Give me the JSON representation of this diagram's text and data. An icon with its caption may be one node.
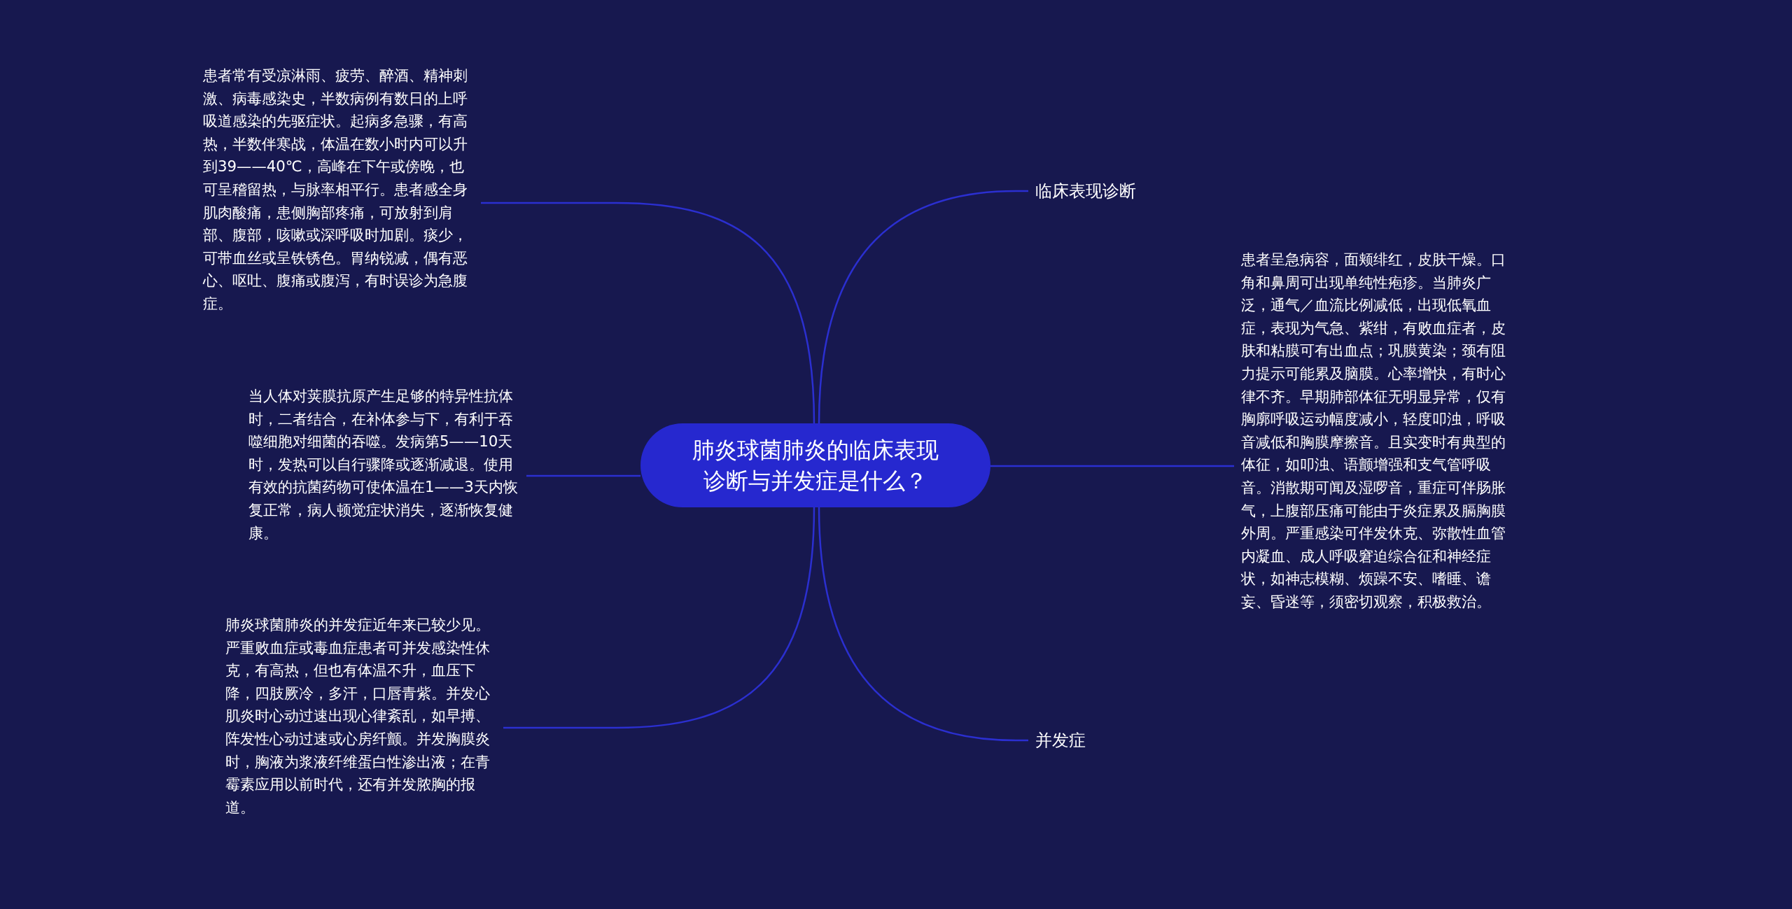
{
  "diagram": {
    "nodes": [
      {
        "text": [
          "肺炎球菌肺炎的临床表现诊断与并发症是什么？"
        ]
      },
      {
        "text": [
          "患者常有受凉淋雨、疲劳、醉酒、精神刺激、病毒感染史，半数病例有数日的上呼吸道感染的先驱症状。起病多急骤，有高热，半数伴寒战，体温在数小时内可以升到39——40℃，高峰在下午或傍晚，也可呈稽留热，与脉率相平行。患者感全身肌肉酸痛，患侧胸部疼痛，可放射到肩部、腹部，咳嗽或深呼吸时加剧。痰少，可带血丝或呈铁锈色。胃纳锐减，偶有恶心、呕吐、腹痛或腹泻，有时误诊为急腹症。"
        ]
      },
      {
        "text": [
          "当人体对荚膜抗原产生足够的特异性抗体时，二者结合，在补体参与下，有利于吞噬细胞对细菌的吞噬。发病第5——10天时，发热可以自行骤降或逐渐减退。使用有效的抗菌药物可使体温在1——3天内恢复正常，病人顿觉症状消失，逐渐恢复健康。"
        ]
      },
      {
        "text": [
          "肺炎球菌肺炎的并发症近年来已较少见。严重败血症或毒血症患者可并发感染性休克，有高热，但也有体温不升，血压下降，四肢厥冷，多汗，口唇青紫。并发心肌炎时心动过速出现心律紊乱，如早搏、阵发性心动过速或心房纤颤。并发胸膜炎时，胸液为浆液纤维蛋白性渗出液；在青霉素应用以前时代，还有并发脓胸的报道。"
        ]
      },
      {
        "text": [
          "临床表现诊断"
        ]
      },
      {
        "text": [
          "患者呈急病容，面颊绯红，皮肤干燥。口角和鼻周可出现单纯性疱疹。当肺炎广泛，通气／血流比例减低，出现低氧血症，表现为气急、紫绀，有败血症者，皮肤和粘膜可有出血点；巩膜黄染；颈有阻力提示可能累及脑膜。心率增快，有时心律不齐。早期肺部体征无明显异常，仅有胸廓呼吸运动幅度减小，轻度叩浊，呼吸音减低和胸膜摩擦音。且实变时有典型的体征，如叩浊、语颤增强和支气管呼吸音。消散期可闻及湿啰音，重症可伴肠胀气，上腹部压痛可能由于炎症累及膈胸膜外周。严重感染可伴发休克、弥散性血管内凝血、成人呼吸窘迫综合征和神经症状，如神志模糊、烦躁不安、嗜睡、谵妄、昏迷等，须密切观察，积极救治。"
        ]
      },
      {
        "text": [
          "并发症"
        ]
      }
    ],
    "edges": [
      {
        "from": 0,
        "to": 1,
        "arrow": "none"
      },
      {
        "from": 0,
        "to": 2,
        "arrow": "none"
      },
      {
        "from": 0,
        "to": 3,
        "arrow": "none"
      },
      {
        "from": 0,
        "to": 4,
        "arrow": "none"
      },
      {
        "from": 0,
        "to": 5,
        "arrow": "none"
      },
      {
        "from": 0,
        "to": 6,
        "arrow": "none"
      }
    ]
  }
}
